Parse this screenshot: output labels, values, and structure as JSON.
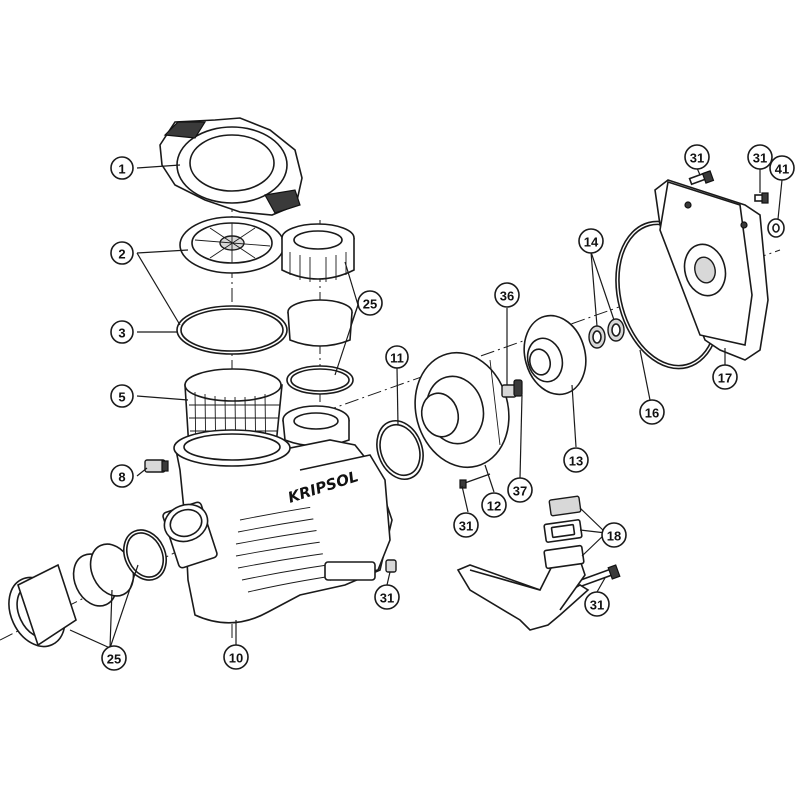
{
  "brand_logo": "KRIPSOL",
  "callouts": [
    {
      "label": "1"
    },
    {
      "label": "2"
    },
    {
      "label": "3"
    },
    {
      "label": "5"
    },
    {
      "label": "8"
    },
    {
      "label": "25"
    },
    {
      "label": "25"
    },
    {
      "label": "10"
    },
    {
      "label": "11"
    },
    {
      "label": "36"
    },
    {
      "label": "12"
    },
    {
      "label": "37"
    },
    {
      "label": "31"
    },
    {
      "label": "13"
    },
    {
      "label": "14"
    },
    {
      "label": "16"
    },
    {
      "label": "17"
    },
    {
      "label": "31"
    },
    {
      "label": "31"
    },
    {
      "label": "41"
    },
    {
      "label": "18"
    },
    {
      "label": "31"
    },
    {
      "label": "31"
    }
  ]
}
